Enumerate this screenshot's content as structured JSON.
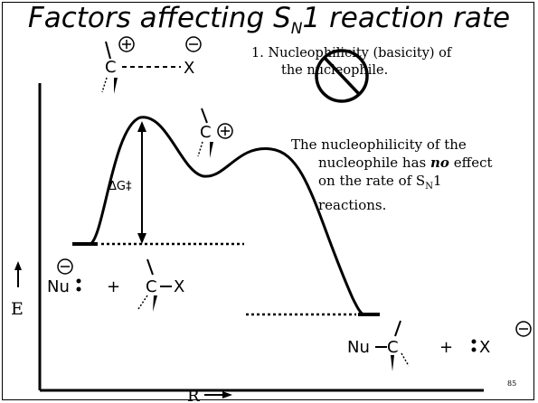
{
  "title": {
    "main": "Factors affecting S",
    "sub": "N",
    "tail": "1 reaction rate"
  },
  "points": {
    "first_line": "1. Nucleophilicity (basicity) of",
    "second_line": "the nucleophile."
  },
  "note": {
    "line1": "The nucleophilicity of the",
    "line2": "nucleophile has",
    "emphasis": "no",
    "line2b": "effect",
    "line3": "on the rate of S",
    "line3_sub": "N",
    "line3_tail": "1",
    "line4": "reactions."
  },
  "diagram": {
    "y_axis_label": "E",
    "x_axis_label": "R",
    "activation_label": "ΔG‡",
    "reactants": {
      "nucleophile": "Nu",
      "plus": "+",
      "carbon": "C",
      "leaving": "X"
    },
    "products": {
      "nucleophile": "Nu",
      "carbon": "C",
      "plus": "+",
      "leaving": "X"
    },
    "transition_state": {
      "carbon": "C",
      "leaving": "X"
    },
    "intermediate": {
      "carbon": "C"
    }
  },
  "slide_number": "85",
  "no_symbol": "prohibition-sign"
}
